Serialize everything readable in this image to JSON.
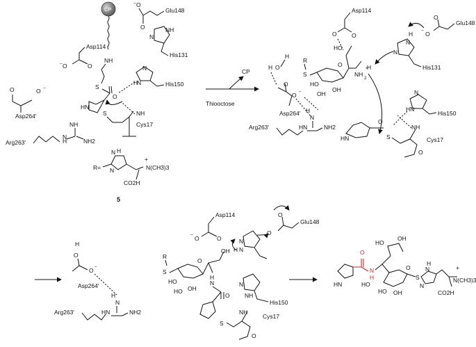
{
  "labels": {
    "cp": "CP",
    "glu148": "Glu148",
    "his131": "His131",
    "asp114": "Asp114",
    "his150": "His150",
    "asp264": "Asp264'",
    "arg263": "Arg263'",
    "cys17": "Cys17",
    "thiooctose": "Thiooctose",
    "compound_number": "5",
    "r_eq": "R=",
    "n_me3": "N(CH3)3",
    "plus": "+",
    "minus": "−",
    "co2h": "CO2H",
    "nh": "NH",
    "nh2": "NH2",
    "h": "H",
    "o": "O",
    "oh": "OH",
    "ho": "HO",
    "n": "N",
    "s": "S",
    "r": "R",
    "h2o": "H–O",
    "nh_red": "N",
    "h_red": "H",
    "o_red": "O"
  },
  "colors": {
    "ink": "#111111",
    "amide_highlight": "#d4252a",
    "cp_sphere": "#777777"
  }
}
